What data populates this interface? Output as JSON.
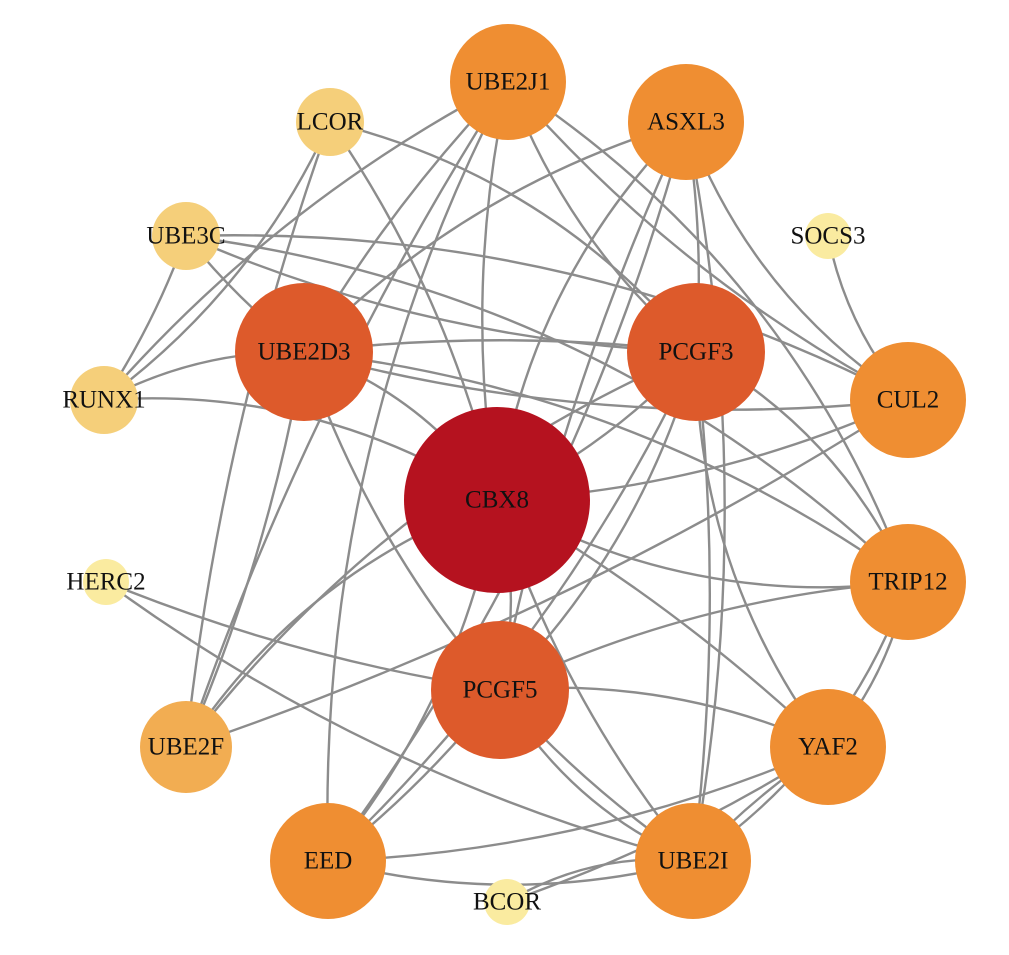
{
  "colors": {
    "edge": "#8c8c8c",
    "degree_scale": [
      "#faeba0",
      "#f5cf7a",
      "#f2ad52",
      "#ef8e32",
      "#dd5a2b",
      "#b5121f"
    ]
  },
  "nodes": [
    {
      "id": "CBX8",
      "label": "CBX8",
      "color": "#b5121f"
    },
    {
      "id": "UBE2D3",
      "label": "UBE2D3",
      "color": "#dd5a2b"
    },
    {
      "id": "PCGF3",
      "label": "PCGF3",
      "color": "#dd5a2b"
    },
    {
      "id": "PCGF5",
      "label": "PCGF5",
      "color": "#dd5a2b"
    },
    {
      "id": "UBE2J1",
      "label": "UBE2J1",
      "color": "#ef8e32"
    },
    {
      "id": "ASXL3",
      "label": "ASXL3",
      "color": "#ef8e32"
    },
    {
      "id": "CUL2",
      "label": "CUL2",
      "color": "#ef8e32"
    },
    {
      "id": "TRIP12",
      "label": "TRIP12",
      "color": "#ef8e32"
    },
    {
      "id": "YAF2",
      "label": "YAF2",
      "color": "#ef8e32"
    },
    {
      "id": "UBE2I",
      "label": "UBE2I",
      "color": "#ef8e32"
    },
    {
      "id": "EED",
      "label": "EED",
      "color": "#ef8e32"
    },
    {
      "id": "UBE2F",
      "label": "UBE2F",
      "color": "#f2ad52"
    },
    {
      "id": "LCOR",
      "label": "LCOR",
      "color": "#f5cf7a"
    },
    {
      "id": "UBE3C",
      "label": "UBE3C",
      "color": "#f5cf7a"
    },
    {
      "id": "RUNX1",
      "label": "RUNX1",
      "color": "#f5cf7a"
    },
    {
      "id": "SOCS3",
      "label": "SOCS3",
      "color": "#faeba0"
    },
    {
      "id": "HERC2",
      "label": "HERC2",
      "color": "#faeba0"
    },
    {
      "id": "BCOR",
      "label": "BCOR",
      "color": "#faeba0"
    }
  ],
  "edges": [
    [
      "LCOR",
      "UBE2F"
    ],
    [
      "LCOR",
      "CBX8"
    ],
    [
      "LCOR",
      "RUNX1"
    ],
    [
      "LCOR",
      "PCGF3"
    ],
    [
      "UBE3C",
      "UBE2D3"
    ],
    [
      "UBE3C",
      "PCGF3"
    ],
    [
      "UBE3C",
      "CUL2"
    ],
    [
      "UBE3C",
      "TRIP12"
    ],
    [
      "UBE3C",
      "RUNX1"
    ],
    [
      "RUNX1",
      "UBE2J1"
    ],
    [
      "RUNX1",
      "UBE2D3"
    ],
    [
      "RUNX1",
      "CBX8"
    ],
    [
      "UBE2J1",
      "UBE2D3"
    ],
    [
      "UBE2J1",
      "CBX8"
    ],
    [
      "UBE2J1",
      "PCGF3"
    ],
    [
      "UBE2J1",
      "TRIP12"
    ],
    [
      "UBE2J1",
      "UBE2F"
    ],
    [
      "UBE2J1",
      "CUL2"
    ],
    [
      "UBE2J1",
      "EED"
    ],
    [
      "ASXL3",
      "CBX8"
    ],
    [
      "ASXL3",
      "PCGF5"
    ],
    [
      "ASXL3",
      "EED"
    ],
    [
      "ASXL3",
      "UBE2D3"
    ],
    [
      "ASXL3",
      "CUL2"
    ],
    [
      "ASXL3",
      "PCGF3"
    ],
    [
      "ASXL3",
      "UBE2I"
    ],
    [
      "SOCS3",
      "CUL2"
    ],
    [
      "UBE2D3",
      "CBX8"
    ],
    [
      "UBE2D3",
      "PCGF3"
    ],
    [
      "UBE2D3",
      "CUL2"
    ],
    [
      "UBE2D3",
      "TRIP12"
    ],
    [
      "UBE2D3",
      "UBE2I"
    ],
    [
      "UBE2D3",
      "UBE2F"
    ],
    [
      "PCGF3",
      "CBX8"
    ],
    [
      "PCGF3",
      "PCGF5"
    ],
    [
      "PCGF3",
      "YAF2"
    ],
    [
      "PCGF3",
      "UBE2I"
    ],
    [
      "PCGF3",
      "EED"
    ],
    [
      "PCGF3",
      "UBE2F"
    ],
    [
      "PCGF3",
      "TRIP12"
    ],
    [
      "CUL2",
      "UBE2F"
    ],
    [
      "CUL2",
      "CBX8"
    ],
    [
      "CBX8",
      "PCGF5"
    ],
    [
      "CBX8",
      "TRIP12"
    ],
    [
      "CBX8",
      "YAF2"
    ],
    [
      "CBX8",
      "UBE2I"
    ],
    [
      "CBX8",
      "EED"
    ],
    [
      "CBX8",
      "UBE2F"
    ],
    [
      "HERC2",
      "PCGF5"
    ],
    [
      "HERC2",
      "UBE2I"
    ],
    [
      "PCGF5",
      "YAF2"
    ],
    [
      "PCGF5",
      "UBE2I"
    ],
    [
      "PCGF5",
      "EED"
    ],
    [
      "PCGF5",
      "TRIP12"
    ],
    [
      "TRIP12",
      "YAF2"
    ],
    [
      "TRIP12",
      "UBE2I"
    ],
    [
      "YAF2",
      "UBE2I"
    ],
    [
      "YAF2",
      "EED"
    ],
    [
      "UBE2I",
      "EED"
    ],
    [
      "UBE2I",
      "BCOR"
    ],
    [
      "BCOR",
      "YAF2"
    ]
  ]
}
